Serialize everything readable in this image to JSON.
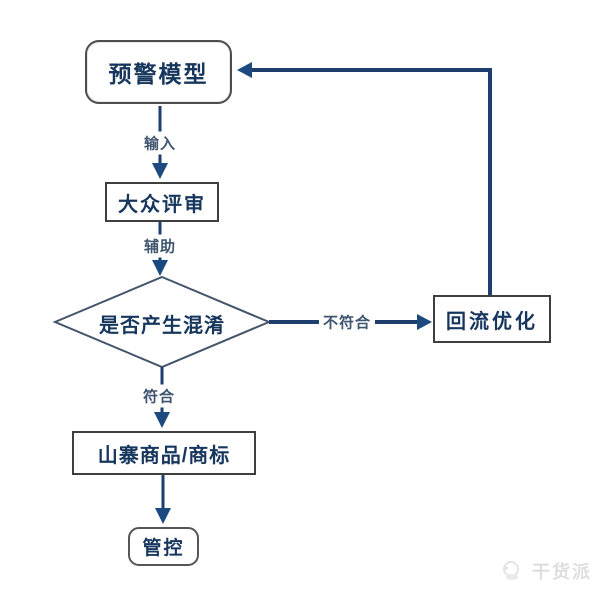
{
  "diagram": {
    "nodes": {
      "warning_model": "预警模型",
      "public_review": "大众评审",
      "confusion_check": "是否产生混淆",
      "reflow_optimize": "回流优化",
      "counterfeit_goods": "山寨商品/商标",
      "control": "管控"
    },
    "edges": {
      "input": "输入",
      "assist": "辅助",
      "not_conform": "不符合",
      "conform": "符合"
    },
    "colors": {
      "line": "#1e3e6d",
      "arrowhead": "#1c4a7e",
      "node_text": "#17365d",
      "edge_label_text": "#3f5570",
      "box_border": "#3f3f3f",
      "rounded_border": "#4d4d4d",
      "diamond_border": "#44546a",
      "watermark": "#dedede"
    },
    "watermark": {
      "text": "干货派"
    }
  }
}
